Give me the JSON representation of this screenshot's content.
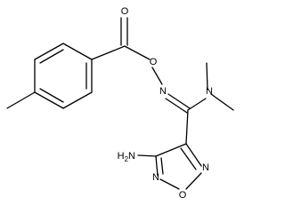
{
  "molecule": {
    "atoms": {
      "carbonyl_oxygen": "O",
      "ester_oxygen": "O",
      "oxime_nitrogen": "N",
      "dimethylamino_nitrogen": "N",
      "amino_group": "H2N",
      "ring_nitrogen_right": "N",
      "ring_oxygen": "O",
      "ring_nitrogen_left": "N"
    }
  },
  "colors": {
    "bond": "#000000",
    "background": "#ffffff"
  }
}
